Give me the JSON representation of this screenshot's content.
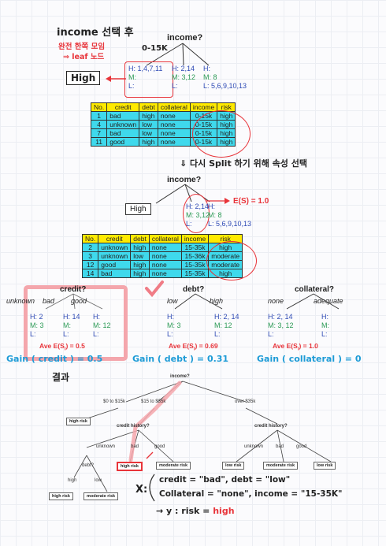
{
  "top": {
    "note_title": "income 선택 후",
    "note_sub1": "완전 한쪽 모임",
    "note_sub2": "⇒ leaf 노드",
    "leaf_label": "High",
    "root_label": "income?",
    "branch_label": "0-15K",
    "child1": {
      "h": "H: 1,4,7,11",
      "m": "M:",
      "l": "L:"
    },
    "child2": {
      "h": "H: 2,14",
      "m": "M: 3,12",
      "l": "L:"
    },
    "child3": {
      "h": "H:",
      "m": "M: 8",
      "l": "L: 5,6,9,10,13"
    }
  },
  "table1": {
    "headers": [
      "No.",
      "credit",
      "debt",
      "collateral",
      "income",
      "risk"
    ],
    "rows": [
      [
        "1",
        "bad",
        "high",
        "none",
        "0-15k",
        "high"
      ],
      [
        "4",
        "unknown",
        "low",
        "none",
        "0-15k",
        "high"
      ],
      [
        "7",
        "bad",
        "low",
        "none",
        "0-15k",
        "high"
      ],
      [
        "11",
        "good",
        "high",
        "none",
        "0-15k",
        "high"
      ]
    ]
  },
  "mid_note": "⇓ 다시 Split 하기 위해 속성 선택",
  "second": {
    "root_label": "income?",
    "leaf_label": "High",
    "entropy": "E(S) = 1.0",
    "child2": {
      "h": "H: 2,14",
      "m": "M: 3,12",
      "l": "L:"
    },
    "child3": {
      "h": "H:",
      "m": "M: 8",
      "l": "L: 5,6,9,10,13"
    }
  },
  "table2": {
    "headers": [
      "No.",
      "credit",
      "debt",
      "collateral",
      "income",
      "risk"
    ],
    "rows": [
      [
        "2",
        "unknown",
        "high",
        "none",
        "15-35k",
        "high"
      ],
      [
        "3",
        "unknown",
        "low",
        "none",
        "15-36k",
        "moderate"
      ],
      [
        "12",
        "good",
        "high",
        "none",
        "15-35k",
        "moderate"
      ],
      [
        "14",
        "bad",
        "high",
        "none",
        "15-35k",
        "high"
      ]
    ]
  },
  "splits": [
    {
      "attr": "credit?",
      "branches": [
        "unknown",
        "bad",
        "good"
      ],
      "cols": [
        {
          "h": "H: 2",
          "m": "M: 3",
          "l": "L:"
        },
        {
          "h": "H: 14",
          "m": "M:",
          "l": "L:"
        },
        {
          "h": "H:",
          "m": "M: 12",
          "l": "L:"
        }
      ],
      "ave": "Ave E(S",
      "ave_val": ") = 0.5",
      "gain": "Gain ( credit ) = 0.5"
    },
    {
      "attr": "debt?",
      "branches": [
        "low",
        "high"
      ],
      "cols": [
        {
          "h": "H:",
          "m": "M: 3",
          "l": "L:"
        },
        {
          "h": "H: 2, 14",
          "m": "M: 12",
          "l": "L:"
        }
      ],
      "ave": "Ave E(S",
      "ave_val": ") = 0.69",
      "gain": "Gain ( debt ) = 0.31"
    },
    {
      "attr": "collateral?",
      "branches": [
        "none",
        "adequate"
      ],
      "cols": [
        {
          "h": "H: 2, 14",
          "m": "M: 3, 12",
          "l": "L:"
        },
        {
          "h": "H:",
          "m": "M:",
          "l": "L:"
        }
      ],
      "ave": "Ave E(S",
      "ave_val": ") = 1.0",
      "gain": "Gain ( collateral ) = 0"
    }
  ],
  "sub_i": "i",
  "result_title": "결과",
  "tree": {
    "root": "income?",
    "b1": "$0 to $15k",
    "b2": "$15 to $35k",
    "b3": "over $35k",
    "high_risk_1": "high risk",
    "credit_history_1": "credit history?",
    "credit_history_2": "credit history?",
    "unknown": "unknown",
    "bad": "bad",
    "good": "good",
    "debt": "debt?",
    "high_risk_sel": "high risk",
    "moderate_risk_1": "moderate risk",
    "high": "high",
    "low": "low",
    "high_risk_2": "high risk",
    "moderate_risk_2": "moderate risk",
    "r_unknown": "unknown",
    "r_bad": "bad",
    "r_good": "good",
    "low_risk_1": "low risk",
    "moderate_risk_3": "moderate risk",
    "low_risk_2": "low risk"
  },
  "query": {
    "x": "X:",
    "line1": "credit = \"bad\", debt = \"low\"",
    "line2": "Collateral = \"none\", income = \"15-35K\"",
    "y_prefix": "→ y : risk = ",
    "y_val": "high"
  },
  "colors": {
    "red": "#e8343a",
    "blue": "#1d9bd6",
    "cyan": "#3fd9ec",
    "yellow": "#ffea00",
    "pink": "#f4a6ac"
  }
}
